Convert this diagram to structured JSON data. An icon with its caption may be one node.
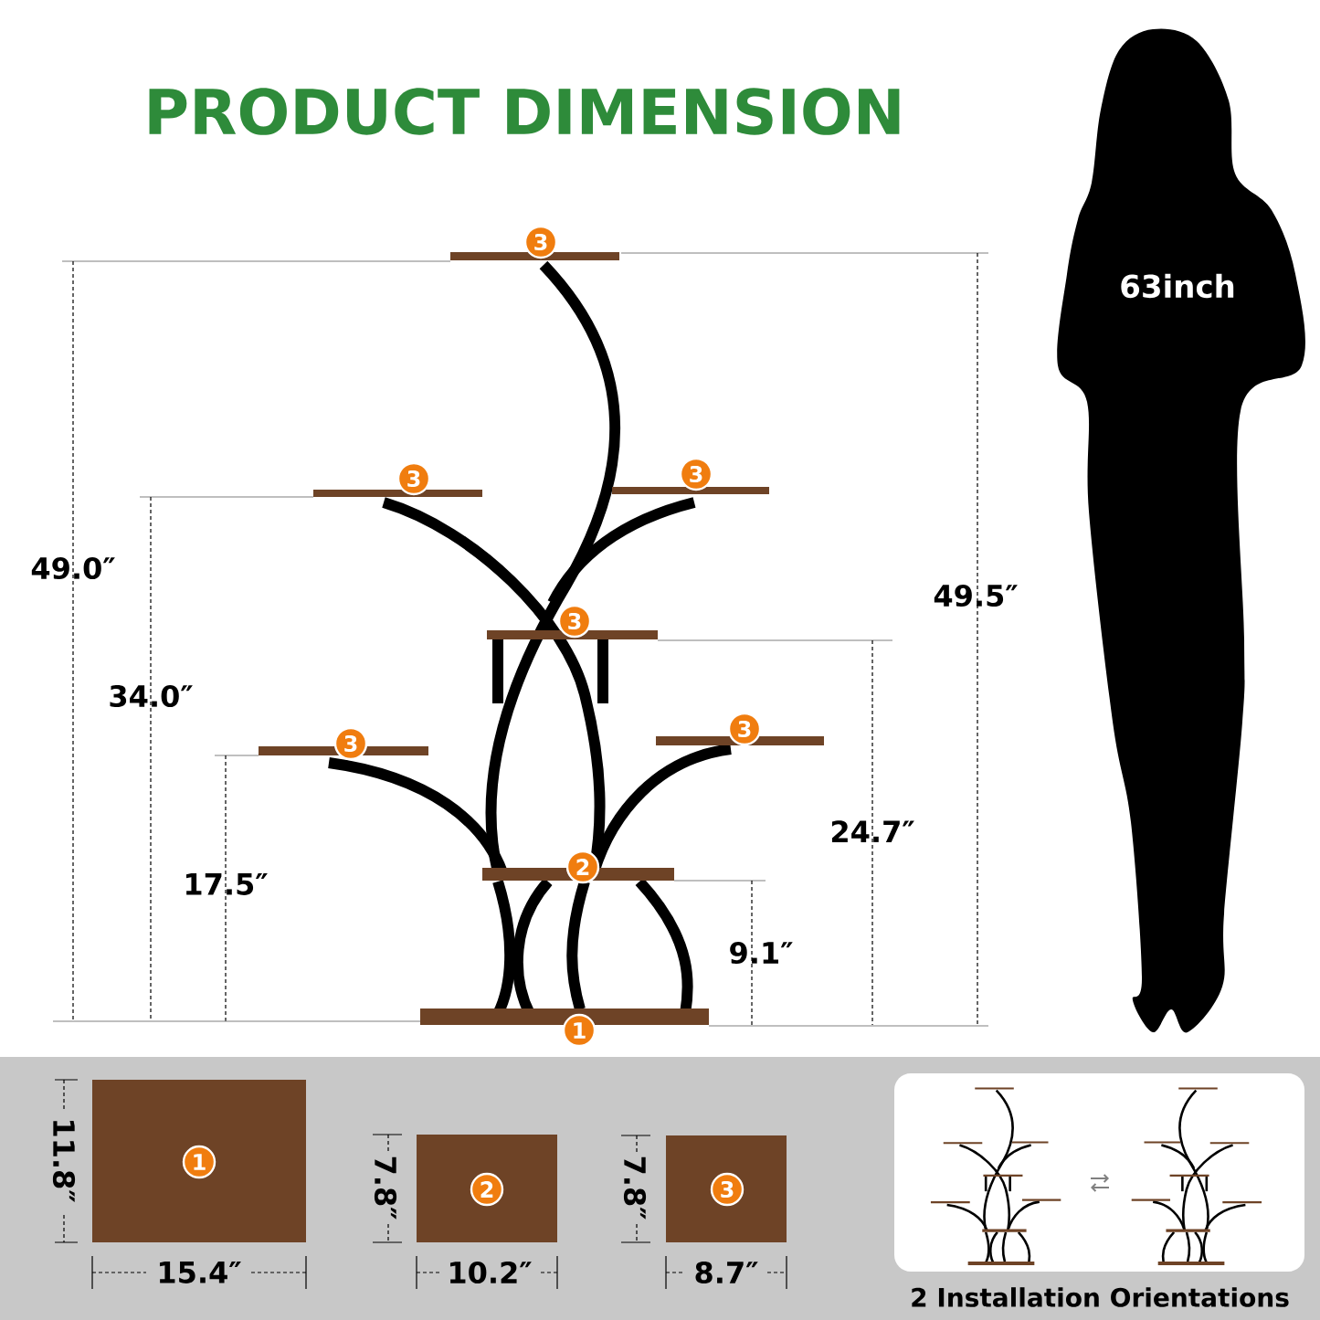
{
  "diagram": {
    "title": "PRODUCT DIMENSION",
    "nodes": [
      {
        "text": [
          "3"
        ]
      },
      {
        "text": [
          "3"
        ]
      },
      {
        "text": [
          "3"
        ]
      },
      {
        "text": [
          "3"
        ]
      },
      {
        "text": [
          "3"
        ]
      },
      {
        "text": [
          "3"
        ]
      },
      {
        "text": [
          "2"
        ]
      },
      {
        "text": [
          "1"
        ]
      },
      {
        "text": [
          "1"
        ]
      },
      {
        "text": [
          "2"
        ]
      },
      {
        "text": [
          "3"
        ]
      },
      {
        "text": [
          "63inch"
        ]
      },
      {
        "text": [
          "2 Installation Orientations"
        ]
      }
    ],
    "labels": [
      "49.0″",
      "34.0″",
      "49.5″",
      "24.7″",
      "17.5″",
      "9.1″",
      "11.8″",
      "7.8″",
      "7.8″",
      "15.4″",
      "10.2″",
      "8.7″"
    ]
  }
}
